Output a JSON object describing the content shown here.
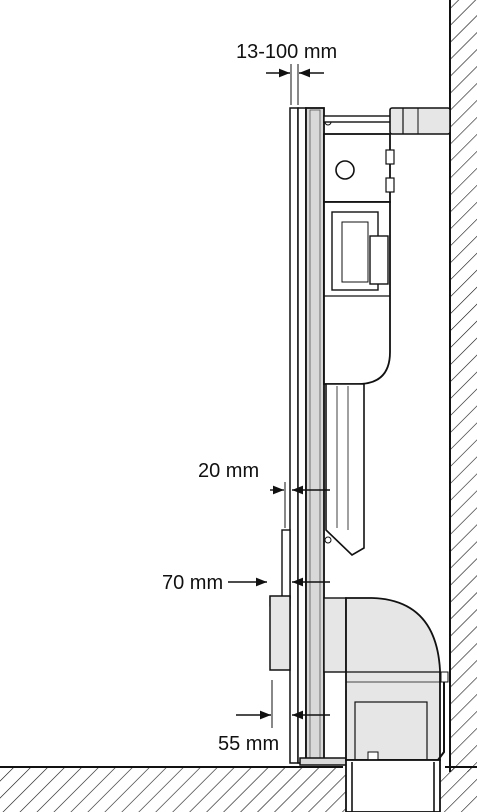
{
  "diagram": {
    "type": "technical-section-drawing",
    "dimensions": {
      "top_gap": "13-100 mm",
      "upper_offset": "20 mm",
      "middle_offset": "70 mm",
      "lower_offset": "55 mm"
    },
    "colors": {
      "line": "#111111",
      "frame_fill": "#d9d9d9",
      "cistern_fill": "#ffffff",
      "bend_fill": "#e6e6e6",
      "background": "#ffffff"
    }
  }
}
